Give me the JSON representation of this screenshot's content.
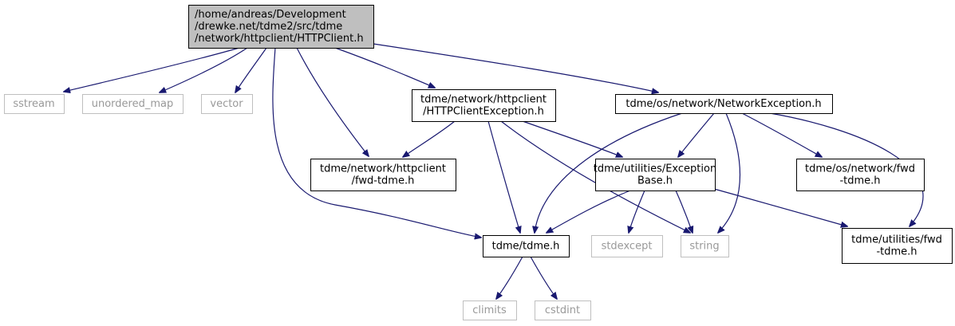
{
  "diagram": {
    "nodes": {
      "root": {
        "lines": [
          "/home/andreas/Development",
          "/drewke.net/tdme2/src/tdme",
          "/network/httpclient/HTTPClient.h"
        ],
        "kind": "root"
      },
      "sstream": {
        "lines": [
          "sstream"
        ],
        "kind": "external"
      },
      "unordered_map": {
        "lines": [
          "unordered_map"
        ],
        "kind": "external"
      },
      "vector": {
        "lines": [
          "vector"
        ],
        "kind": "external"
      },
      "httpclient_exception": {
        "lines": [
          "tdme/network/httpclient",
          "/HTTPClientException.h"
        ],
        "kind": "internal"
      },
      "network_exception": {
        "lines": [
          "tdme/os/network/NetworkException.h"
        ],
        "kind": "internal"
      },
      "httpclient_fwd": {
        "lines": [
          "tdme/network/httpclient",
          "/fwd-tdme.h"
        ],
        "kind": "internal"
      },
      "exception_base": {
        "lines": [
          "tdme/utilities/Exception",
          "Base.h"
        ],
        "kind": "internal"
      },
      "os_network_fwd": {
        "lines": [
          "tdme/os/network/fwd",
          "-tdme.h"
        ],
        "kind": "internal"
      },
      "tdme_h": {
        "lines": [
          "tdme/tdme.h"
        ],
        "kind": "internal"
      },
      "stdexcept": {
        "lines": [
          "stdexcept"
        ],
        "kind": "external"
      },
      "string": {
        "lines": [
          "string"
        ],
        "kind": "external"
      },
      "utilities_fwd": {
        "lines": [
          "tdme/utilities/fwd",
          "-tdme.h"
        ],
        "kind": "internal"
      },
      "climits": {
        "lines": [
          "climits"
        ],
        "kind": "external"
      },
      "cstdint": {
        "lines": [
          "cstdint"
        ],
        "kind": "external"
      }
    },
    "edges": [
      [
        "root",
        "sstream"
      ],
      [
        "root",
        "unordered_map"
      ],
      [
        "root",
        "vector"
      ],
      [
        "root",
        "httpclient_exception"
      ],
      [
        "root",
        "network_exception"
      ],
      [
        "root",
        "httpclient_fwd"
      ],
      [
        "root",
        "tdme_h"
      ],
      [
        "httpclient_exception",
        "httpclient_fwd"
      ],
      [
        "httpclient_exception",
        "exception_base"
      ],
      [
        "httpclient_exception",
        "tdme_h"
      ],
      [
        "httpclient_exception",
        "string"
      ],
      [
        "network_exception",
        "tdme_h"
      ],
      [
        "network_exception",
        "exception_base"
      ],
      [
        "network_exception",
        "string"
      ],
      [
        "network_exception",
        "os_network_fwd"
      ],
      [
        "network_exception",
        "utilities_fwd"
      ],
      [
        "exception_base",
        "tdme_h"
      ],
      [
        "exception_base",
        "stdexcept"
      ],
      [
        "exception_base",
        "string"
      ],
      [
        "exception_base",
        "utilities_fwd"
      ],
      [
        "tdme_h",
        "climits"
      ],
      [
        "tdme_h",
        "cstdint"
      ]
    ],
    "colors": {
      "edge": "#191970",
      "root_fill": "#bfbfbf",
      "external_border": "#bfbfbf",
      "external_text": "#999999",
      "internal_border": "#000000"
    }
  }
}
